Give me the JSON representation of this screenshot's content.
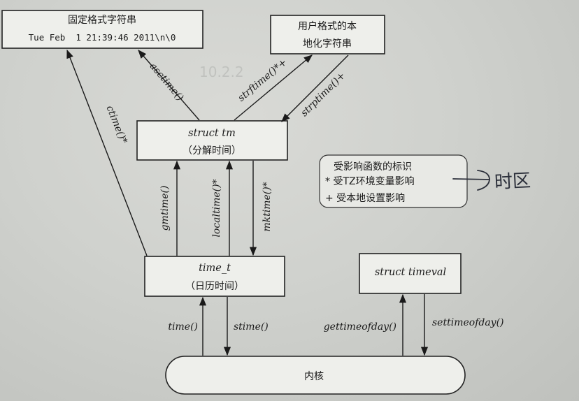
{
  "nodes": {
    "fixed_string": {
      "title": "固定格式字符串",
      "example": "Tue Feb  1 21:39:46 2011\\n\\0"
    },
    "user_string": {
      "line1": "用户格式的本",
      "line2": "地化字符串"
    },
    "struct_tm": {
      "line1": "struct tm",
      "line2": "（分解时间）"
    },
    "time_t": {
      "line1": "time_t",
      "line2": "（日历时间）"
    },
    "timeval": {
      "line1": "struct timeval"
    },
    "kernel": {
      "line1": "内核"
    }
  },
  "edges": {
    "asctime": "asctime()",
    "ctime": "ctime()*",
    "strftime": "strftime()*+",
    "strptime": "strptime()+",
    "gmtime": "gmtime()",
    "localtime": "localtime()*",
    "mktime": "mktime()*",
    "time": "time()",
    "stime": "stime()",
    "gettimeofday": "gettimeofday()",
    "settimeofday": "settimeofday()"
  },
  "legend": {
    "title": "受影响函数的标识",
    "star": "* 受TZ环境变量影响",
    "plus": "+ 受本地设置影响"
  },
  "annotation": {
    "handwritten": "时区"
  },
  "colors": {
    "paper": "#d2d4d0",
    "ink": "#1a1a1a"
  }
}
